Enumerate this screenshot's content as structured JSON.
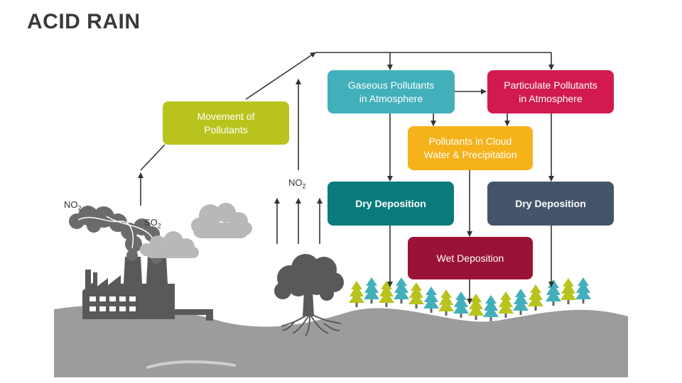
{
  "title": "ACID RAIN",
  "boxes": {
    "movement": "Movement of\nPollutants",
    "gaseous": "Gaseous Pollutants\nin Atmosphere",
    "particulate": "Particulate Pollutants\nin Atmosphere",
    "cloud": "Pollutants in Cloud\nWater & Precipitation",
    "dry_left": "Dry Deposition",
    "dry_right": "Dry Deposition",
    "wet": "Wet Deposition"
  },
  "labels": {
    "no2_factory_main": "NO",
    "no2_factory_sub": "2",
    "so2_main": "SO",
    "so2_sub": "2",
    "no2_tree_main": "NO",
    "no2_tree_sub": "2"
  },
  "colors": {
    "movement": "#b8c41d",
    "gaseous": "#42b0bb",
    "particulate": "#d21a4e",
    "cloud": "#f5b21a",
    "dry_left": "#0b7a7c",
    "dry_right": "#44546a",
    "wet": "#9a1337",
    "ground": "#9c9c9c",
    "factory": "#595959",
    "smoke": "#6b6b6b",
    "cloud_grey": "#b8b8b8",
    "tree_teal": "#42b0bb",
    "tree_lime": "#b8c41d"
  }
}
